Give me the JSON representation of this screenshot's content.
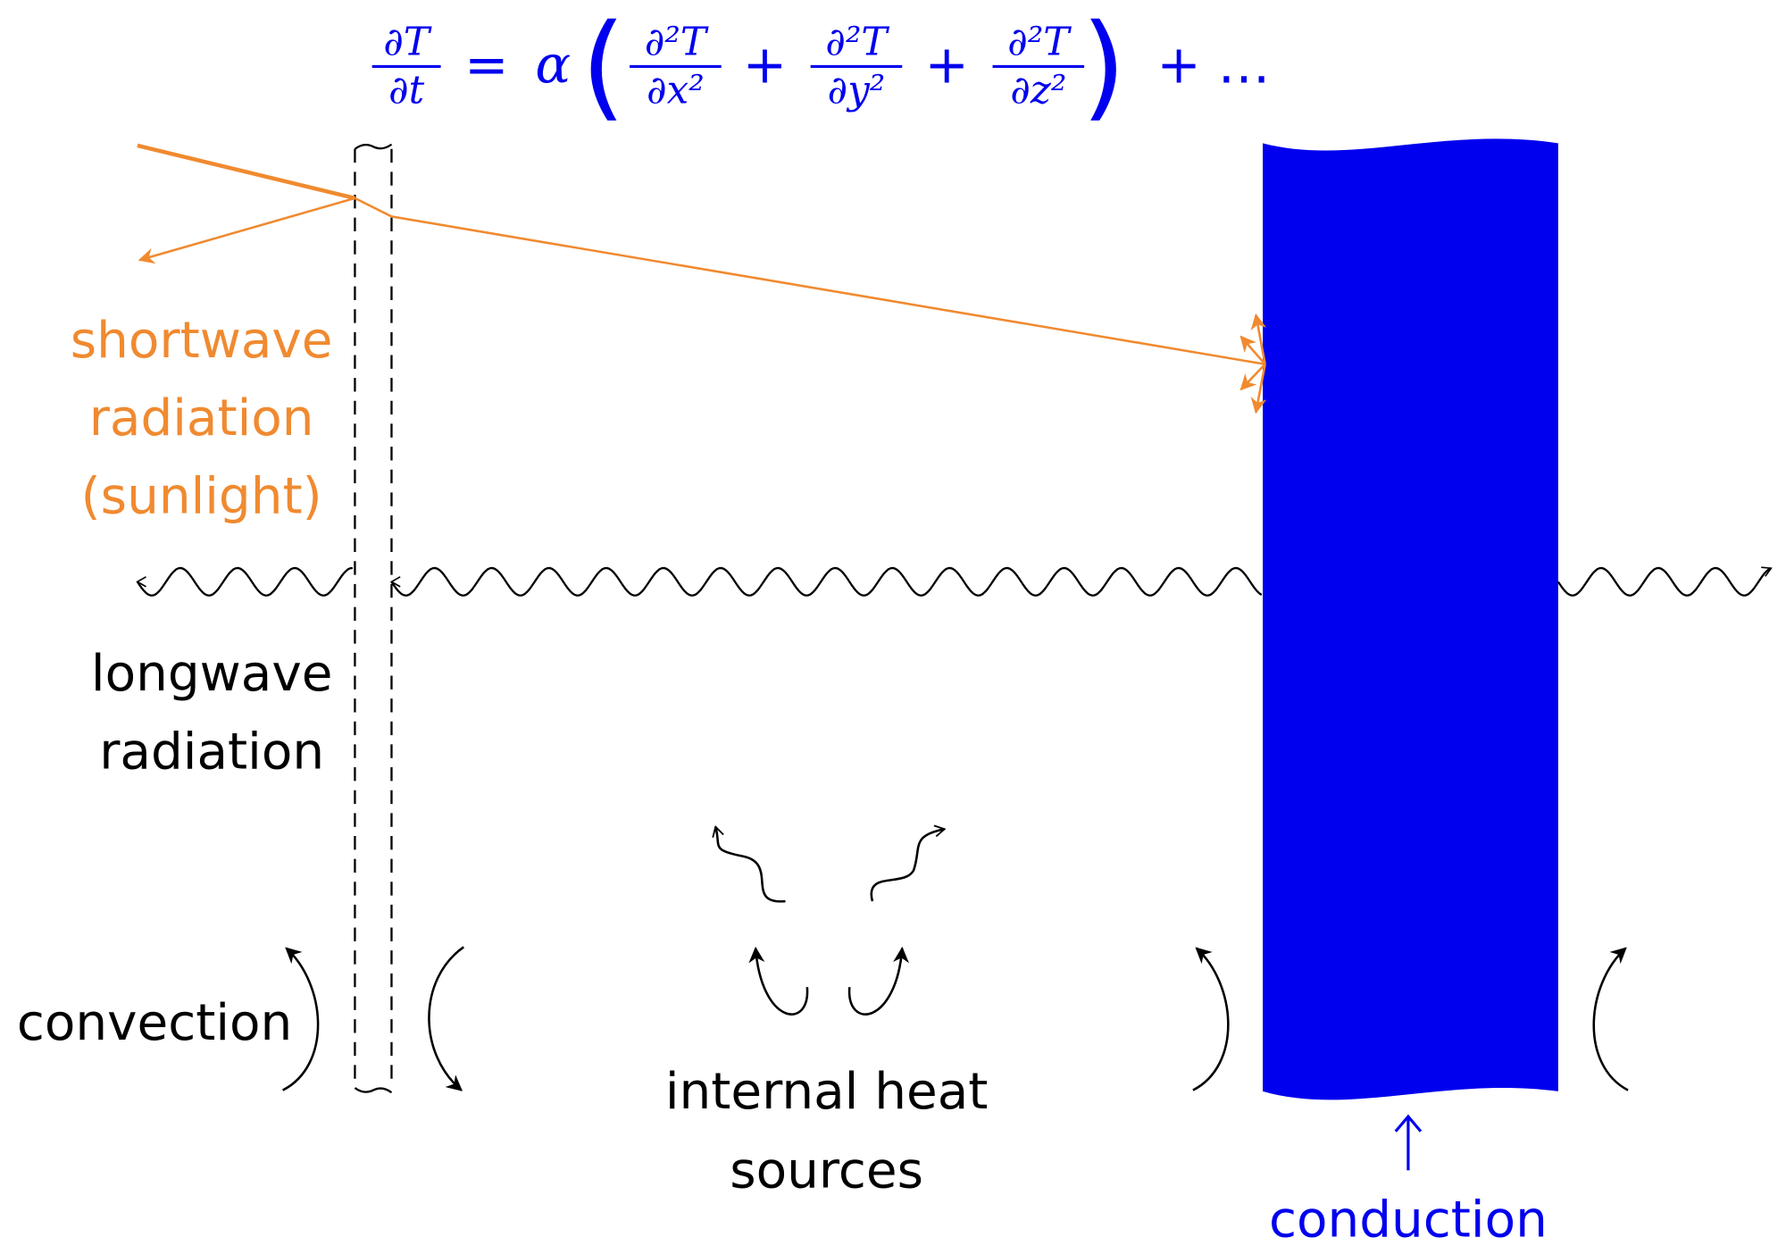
{
  "equation": {
    "lhs_num": "∂T",
    "lhs_den": "∂t",
    "equals": "=",
    "alpha": "α",
    "terms": [
      {
        "num": "∂²T",
        "den": "∂x²"
      },
      {
        "num": "∂²T",
        "den": "∂y²"
      },
      {
        "num": "∂²T",
        "den": "∂z²"
      }
    ],
    "plus": "+",
    "open_paren": "(",
    "close_paren": ")",
    "tail": "+ …"
  },
  "labels": {
    "shortwave": [
      "shortwave",
      "radiation",
      "(sunlight)"
    ],
    "longwave": [
      "longwave",
      "radiation"
    ],
    "convection": "convection",
    "internal": [
      "internal heat",
      "sources"
    ],
    "conduction": "conduction"
  },
  "colors": {
    "blue": "#0000ee",
    "orange": "#f08a30",
    "black": "#000000"
  }
}
